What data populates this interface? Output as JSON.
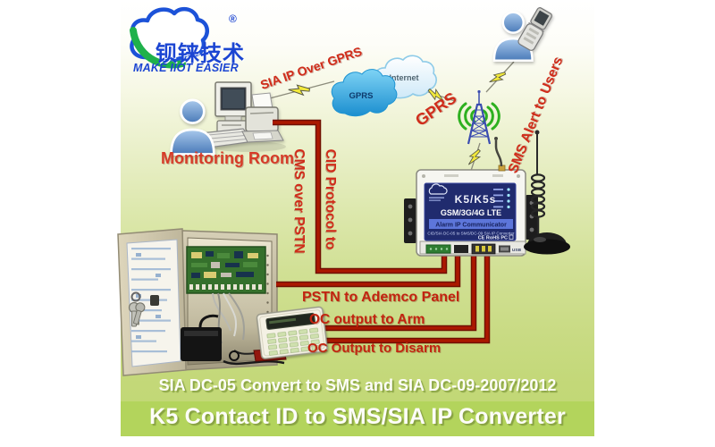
{
  "header": {
    "brand_cn": "钡铼技术",
    "registered_mark": "®",
    "tagline": "MAKE IIOT EASIER"
  },
  "nodes": {
    "monitoring_room": "Monitoring Room",
    "gprs_cloud": "GPRS",
    "internet_cloud": "Internet"
  },
  "links": {
    "sia_ip_over_gprs": "SIA IP Over GPRS",
    "gprs": "GPRS",
    "sms_alert_to_users": "SMS Alert to Users",
    "cid_protocol_to": "CID Protocol to",
    "cms_over_pstn": "CMS over PSTN",
    "pstn_to_ademco_panel": "PSTN to Ademco Panel",
    "oc_output_to_arm": "OC output to Arm",
    "oc_output_to_disarm": "OC Output to Disarm"
  },
  "device": {
    "model": "K5/K5s",
    "radio": "GSM/3G/4G LTE",
    "name": "Alarm IP Communicator",
    "descriptor": "CID/SIA DC-05 to SMS/DC-09 SIA IP Converter",
    "certifications": "CE RoHS PC",
    "port": "USB"
  },
  "footer": {
    "subtitle": "SIA DC-05 Convert to SMS and SIA DC-09-2007/2012",
    "title": "K5 Contact ID to SMS/SIA IP Converter"
  },
  "colors": {
    "label_red": "#d02c1a",
    "deep_red": "#c22410",
    "wire_red": "#ab1800",
    "brand_blue": "#1b45d2",
    "swoosh_green": "#1fb14b",
    "band_green": "#b3d45c",
    "bolt_yellow": "#f2e93a",
    "tower_blue": "#3a4cb0",
    "wave_green": "#2db01f",
    "device_label_navy": "#202b6e",
    "gprs_cloud_blue": "#1d93d2"
  }
}
